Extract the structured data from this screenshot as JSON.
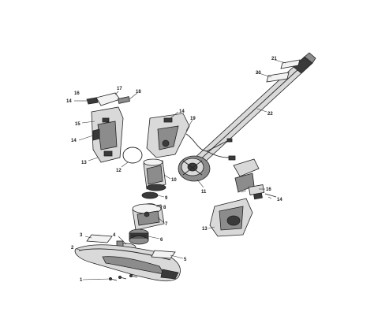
{
  "callouts": [
    {
      "id": "c1",
      "text": "1"
    },
    {
      "id": "c2",
      "text": "2"
    },
    {
      "id": "c3",
      "text": "3"
    },
    {
      "id": "c4",
      "text": "4"
    },
    {
      "id": "c5",
      "text": "5"
    },
    {
      "id": "c6",
      "text": "6"
    },
    {
      "id": "c7",
      "text": "7"
    },
    {
      "id": "c8",
      "text": "8"
    },
    {
      "id": "c9",
      "text": "9"
    },
    {
      "id": "c10",
      "text": "10"
    },
    {
      "id": "c11",
      "text": "11"
    },
    {
      "id": "c12",
      "text": "12"
    },
    {
      "id": "c13a",
      "text": "13"
    },
    {
      "id": "c13b",
      "text": "13"
    },
    {
      "id": "c14a",
      "text": "14"
    },
    {
      "id": "c14b",
      "text": "14"
    },
    {
      "id": "c14c",
      "text": "14"
    },
    {
      "id": "c14d",
      "text": "14"
    },
    {
      "id": "c15",
      "text": "15"
    },
    {
      "id": "c16a",
      "text": "16"
    },
    {
      "id": "c16b",
      "text": "16"
    },
    {
      "id": "c17",
      "text": "17"
    },
    {
      "id": "c18",
      "text": "18"
    },
    {
      "id": "c19",
      "text": "19"
    },
    {
      "id": "c20",
      "text": "20"
    },
    {
      "id": "c21",
      "text": "21"
    },
    {
      "id": "c22",
      "text": "22"
    }
  ]
}
